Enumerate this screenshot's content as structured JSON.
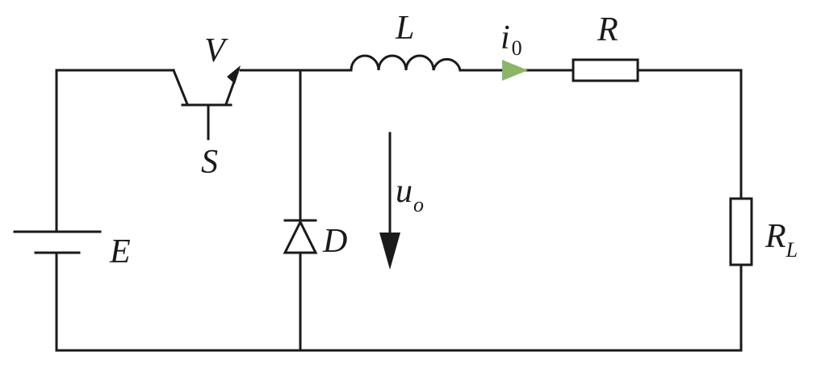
{
  "diagram": {
    "labels": {
      "switch": "V",
      "gate": "S",
      "inductor": "L",
      "current_main": "i",
      "current_sub": "0",
      "resistor": "R",
      "load_main": "R",
      "load_sub": "L",
      "source": "E",
      "diode": "D",
      "voltage_main": "u",
      "voltage_sub": "o"
    },
    "colors": {
      "line": "#1a1a1a",
      "current_arrow": "#8db56a"
    },
    "icons": [
      "battery-icon",
      "transistor-icon",
      "diode-icon",
      "inductor-icon",
      "resistor-icon",
      "arrow-icon"
    ]
  }
}
